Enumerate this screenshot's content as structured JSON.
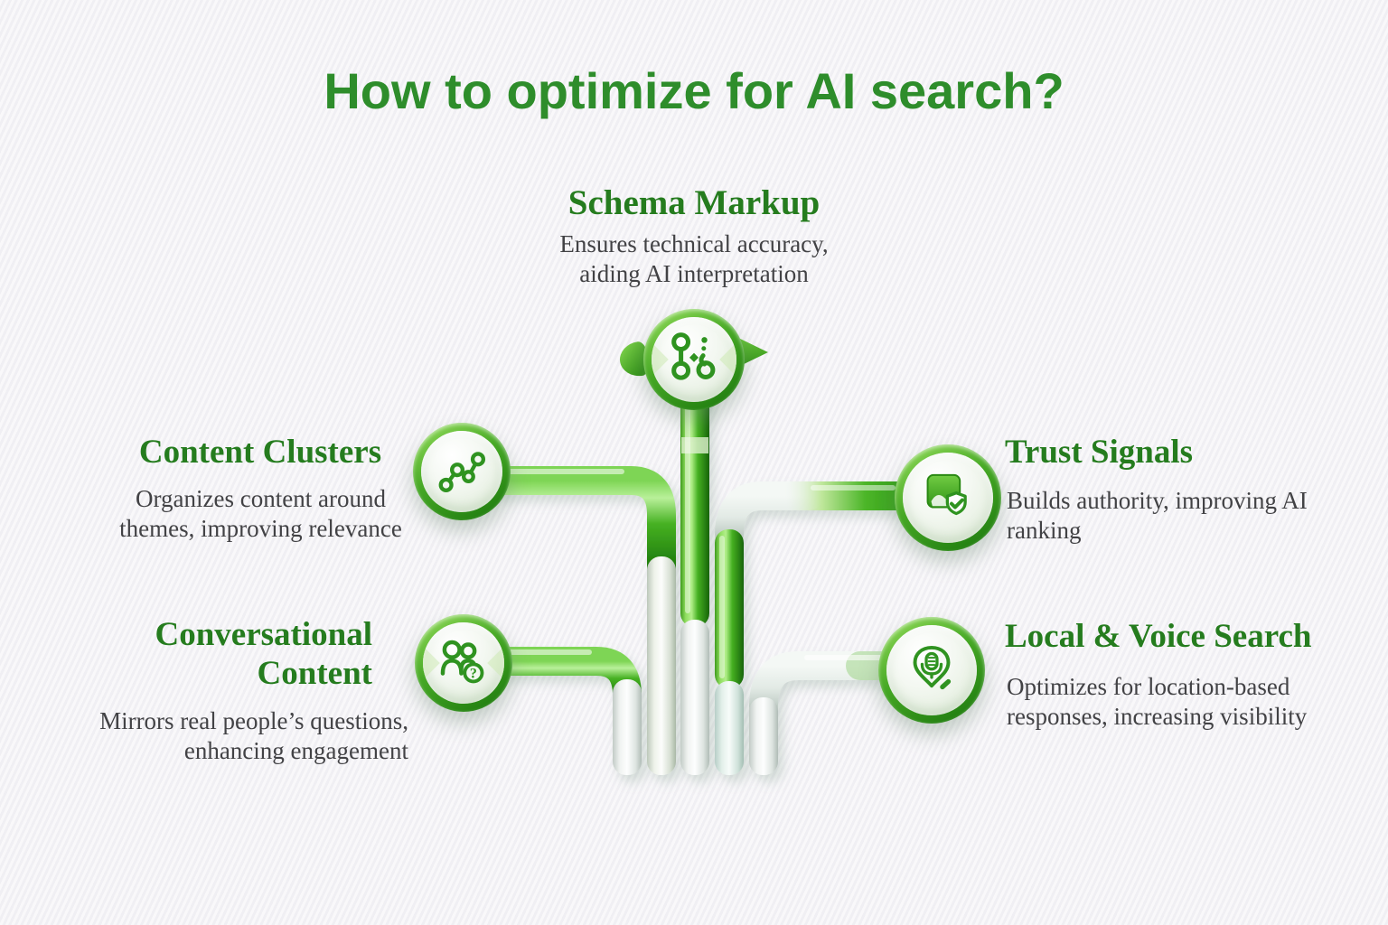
{
  "title": "How to optimize for AI search?",
  "branches": [
    {
      "id": "schema-markup",
      "label": "Schema Markup",
      "description": "Ensures technical accuracy, aiding AI interpretation",
      "icon": "schema-nodes-icon"
    },
    {
      "id": "content-clusters",
      "label": "Content Clusters",
      "description": "Organizes content around themes, improving relevance",
      "icon": "network-graph-icon"
    },
    {
      "id": "trust-signals",
      "label": "Trust Signals",
      "description": "Builds authority, improving AI ranking",
      "icon": "image-shield-check-icon"
    },
    {
      "id": "conversational-content",
      "label": "Conversational Content",
      "description": "Mirrors real people’s questions, enhancing engagement",
      "icon": "people-question-icon"
    },
    {
      "id": "local-voice-search",
      "label": "Local & Voice Search",
      "description": "Optimizes for location-based responses, increasing visibility",
      "icon": "location-pin-microphone-icon"
    }
  ],
  "icon_glyphs": {
    "question_mark": "?"
  },
  "colors": {
    "background": "#f4f3f6",
    "title_green": "#2e8d2b",
    "heading_green": "#257c1e",
    "body_text": "#424245",
    "tube_green": "#46b122",
    "tube_green_dark": "#1d7a0c",
    "tube_white": "#eef2ee",
    "icon_stroke": "#2f9320"
  }
}
